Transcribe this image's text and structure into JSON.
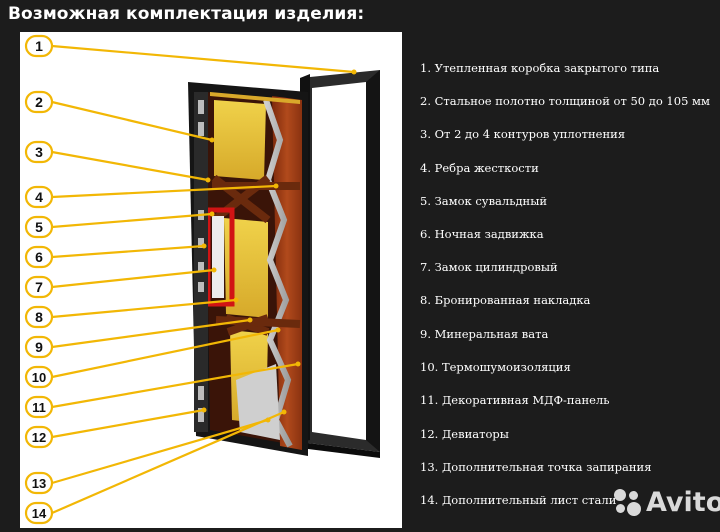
{
  "title": "Возможная комплектация изделия:",
  "callout_numbers": [
    "1",
    "2",
    "3",
    "4",
    "5",
    "6",
    "7",
    "8",
    "9",
    "10",
    "11",
    "12",
    "13",
    "14"
  ],
  "legend_items": [
    "1. Утепленная коробка закрытого типа",
    "2. Стальное полотно толщиной от 50 до 105 мм",
    "3. От 2 до 4 контуров уплотнения",
    "4. Ребра жесткости",
    "5. Замок сувальдный",
    "6. Ночная задвижка",
    "7. Замок цилиндровый",
    "8. Бронированная накладка",
    "9. Минеральная вата",
    "10. Термошумоизоляция",
    "11. Декоративная МДФ-панель",
    "12. Девиаторы",
    "13. Дополнительная точка запирания",
    "14. Дополнительный лист стали"
  ],
  "watermark": "Avito",
  "colors": {
    "background": "#1c1c1c",
    "callout": "#f2b705",
    "insulation": "#e8c23a",
    "mdf": "#9b3a12",
    "frame": "#1a1a1a"
  }
}
